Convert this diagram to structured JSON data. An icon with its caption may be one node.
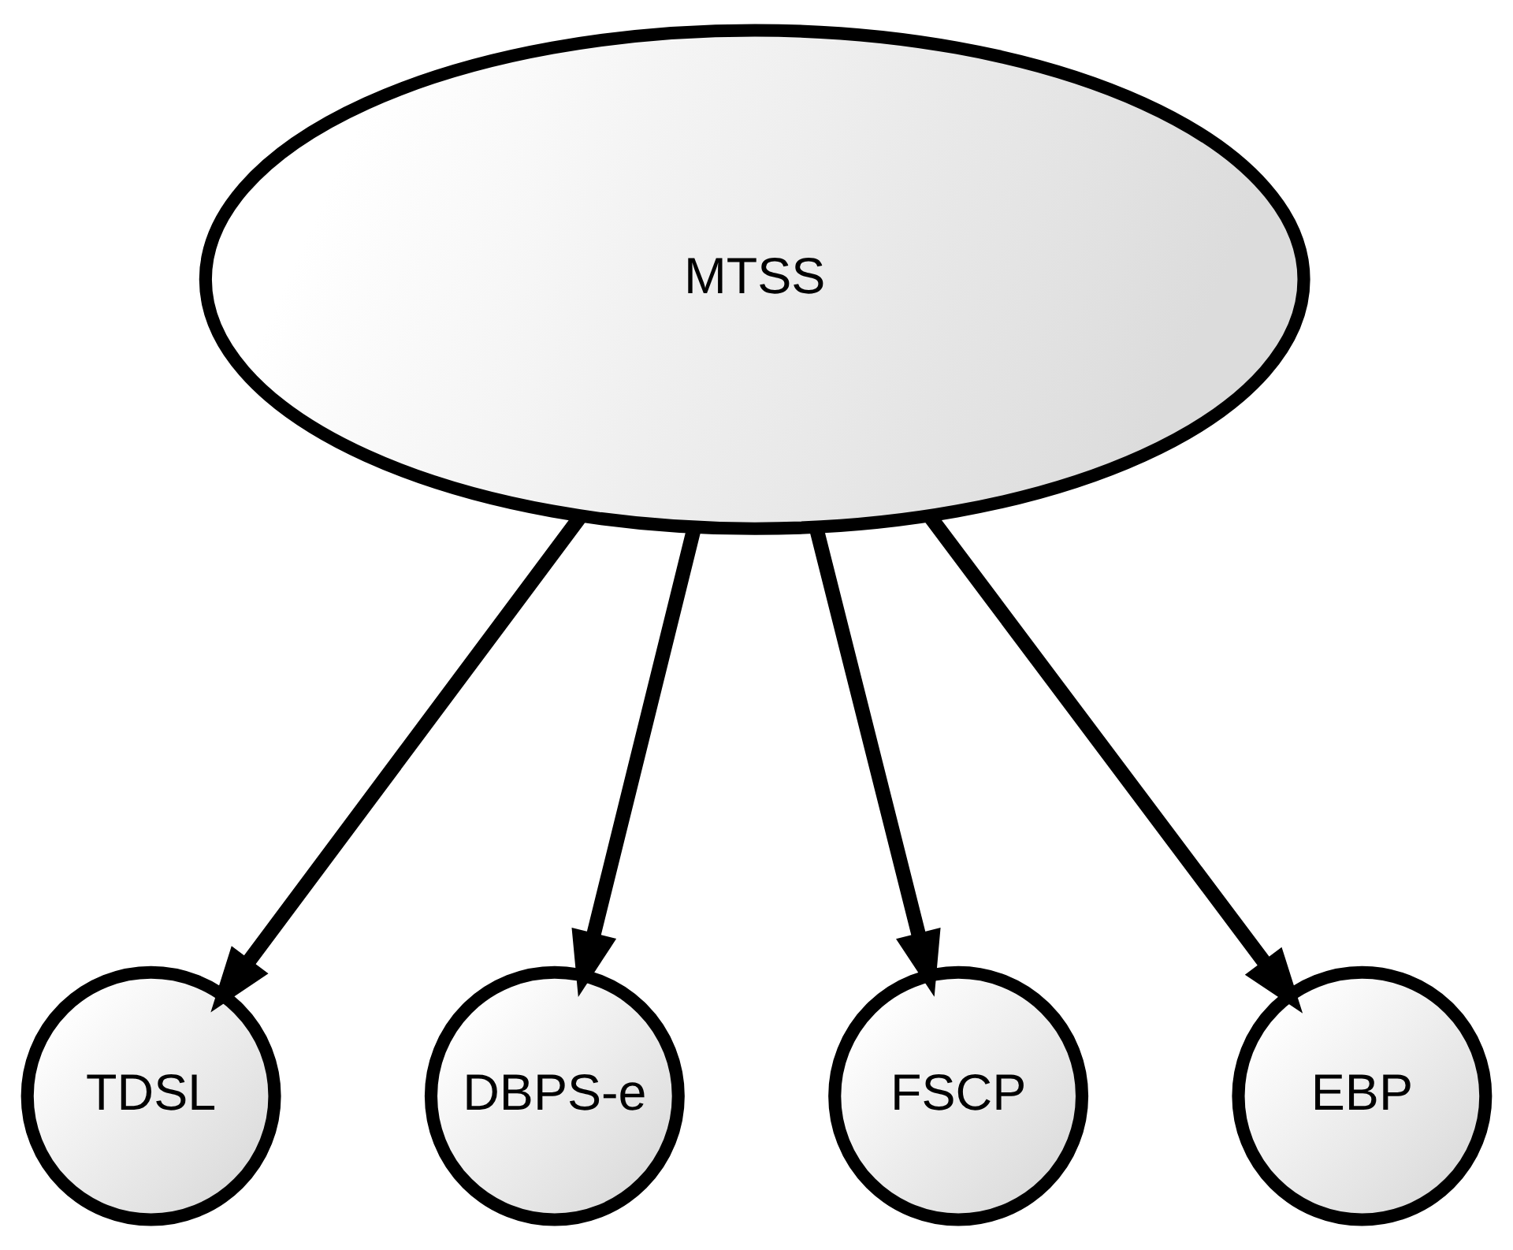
{
  "diagram": {
    "nodes": [
      {
        "text": [
          "MTSS"
        ]
      },
      {
        "text": [
          "TDSL"
        ]
      },
      {
        "text": [
          "DBPS-e"
        ]
      },
      {
        "text": [
          "FSCP"
        ]
      },
      {
        "text": [
          "EBP"
        ]
      }
    ],
    "edges": [
      {
        "from": 0,
        "to": 1,
        "arrow": "to"
      },
      {
        "from": 0,
        "to": 2,
        "arrow": "to"
      },
      {
        "from": 0,
        "to": 3,
        "arrow": "to"
      },
      {
        "from": 0,
        "to": 4,
        "arrow": "to"
      }
    ]
  }
}
